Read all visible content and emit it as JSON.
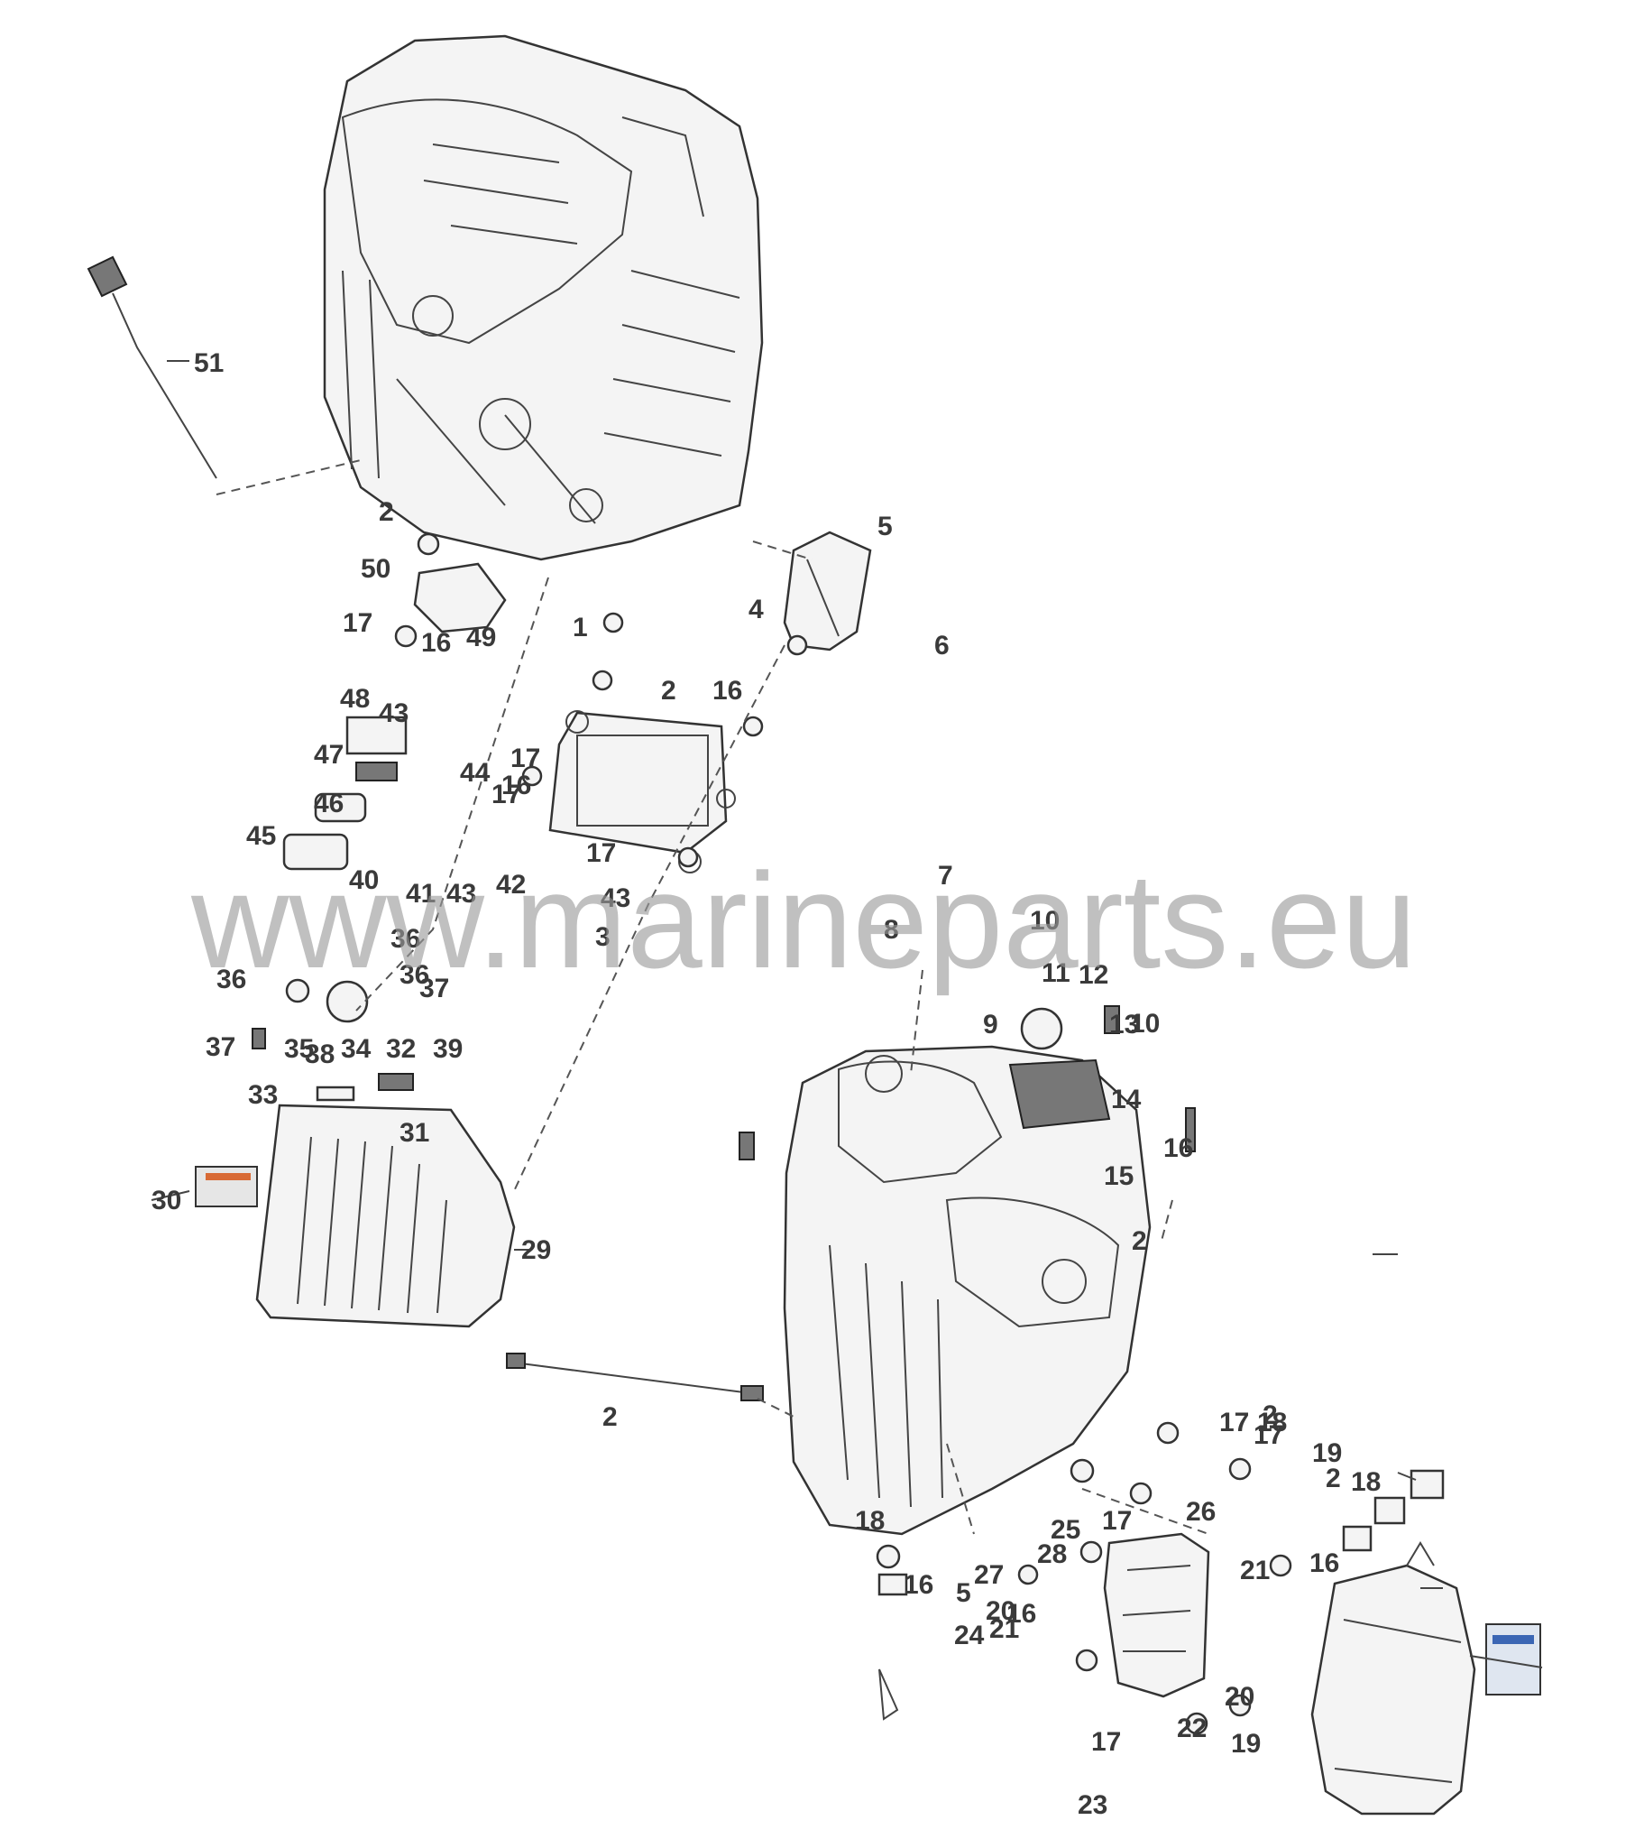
{
  "watermark": "www.marineparts.eu",
  "callouts": [
    "51",
    "2",
    "50",
    "17",
    "16",
    "49",
    "48",
    "43",
    "47",
    "46",
    "45",
    "44",
    "17",
    "41",
    "43",
    "40",
    "36",
    "42",
    "36",
    "37",
    "36",
    "39",
    "35",
    "37",
    "38",
    "34",
    "32",
    "33",
    "31",
    "30",
    "29",
    "2",
    "1",
    "2",
    "16",
    "17",
    "16",
    "17",
    "43",
    "3",
    "4",
    "5",
    "6",
    "7",
    "8",
    "9",
    "10",
    "11",
    "12",
    "13",
    "10",
    "14",
    "15",
    "2",
    "16",
    "17",
    "18",
    "2",
    "17",
    "18",
    "19",
    "2",
    "16",
    "26",
    "17",
    "25",
    "28",
    "27",
    "5",
    "18",
    "16",
    "20",
    "21",
    "16",
    "24",
    "21",
    "17",
    "20",
    "19",
    "22",
    "23"
  ]
}
